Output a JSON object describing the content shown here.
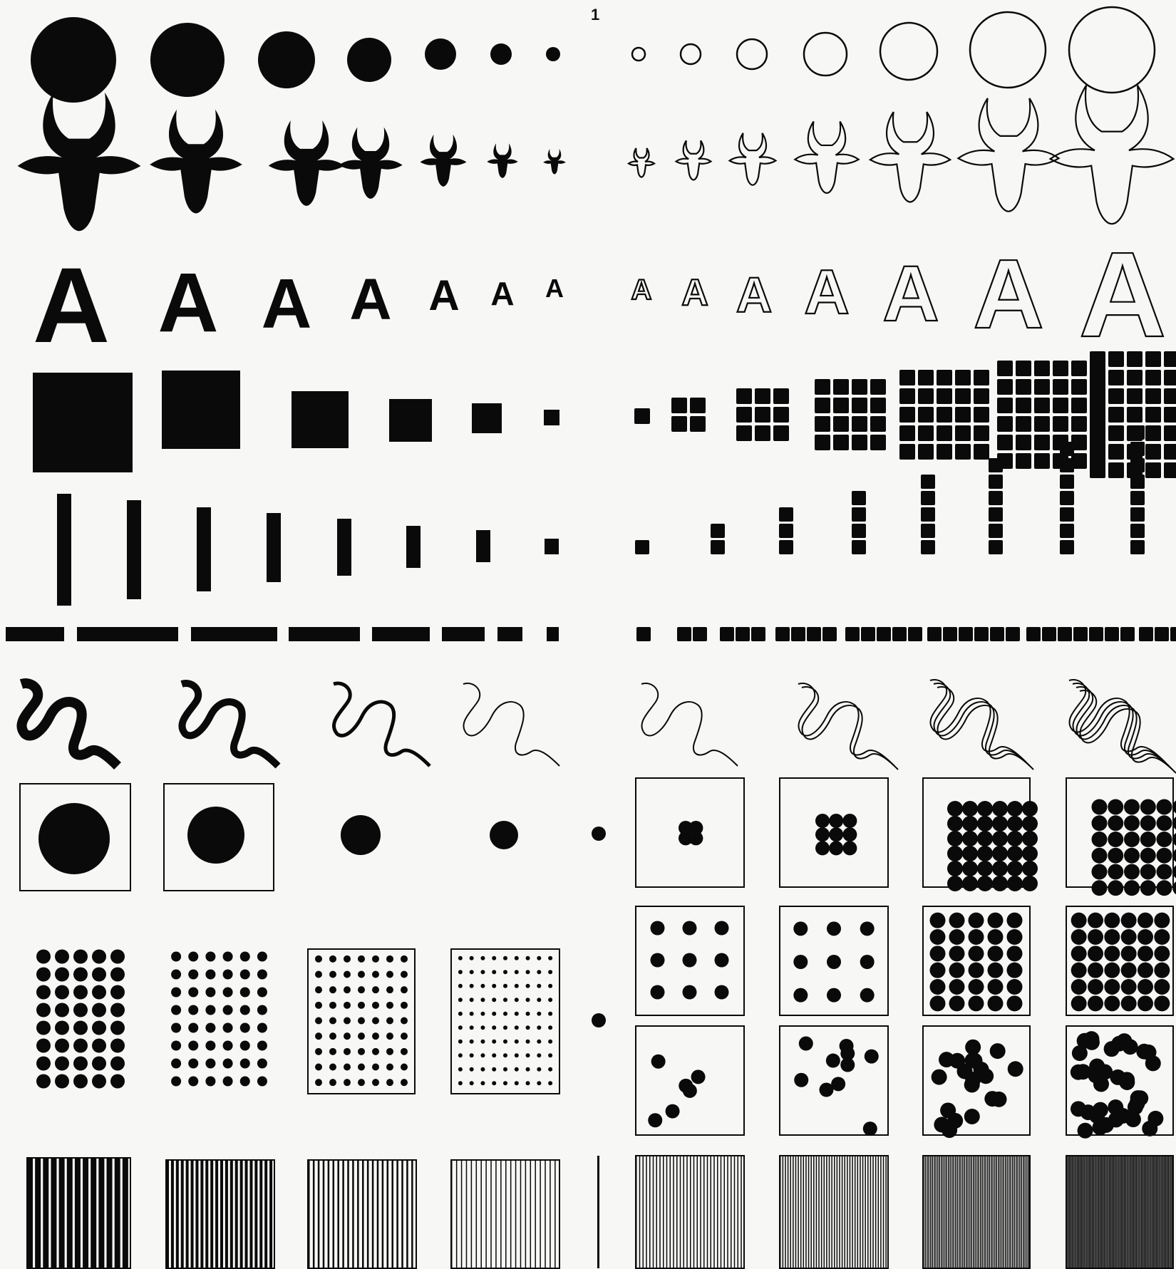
{
  "page": {
    "page_number": "1",
    "ink_color": "#0a0a0a",
    "paper_color": "#f7f7f5"
  },
  "rows": [
    {
      "name": "circles",
      "description_icon": "circle-icon"
    },
    {
      "name": "bull-heads",
      "description_icon": "bull-head-icon"
    },
    {
      "name": "letter-a",
      "letter": "A"
    },
    {
      "name": "squares",
      "description_icon": "square-icon"
    },
    {
      "name": "vertical-bars",
      "description_icon": "bar-icon"
    },
    {
      "name": "horizontal-bars",
      "description_icon": "bar-icon"
    },
    {
      "name": "wavy-lines",
      "description_icon": "line-icon"
    },
    {
      "name": "dot-boxes",
      "description_icon": "dot-icon"
    },
    {
      "name": "dot-grids",
      "description_icon": "dot-grid-icon"
    },
    {
      "name": "stripe-boxes",
      "description_icon": "stripes-icon"
    }
  ]
}
